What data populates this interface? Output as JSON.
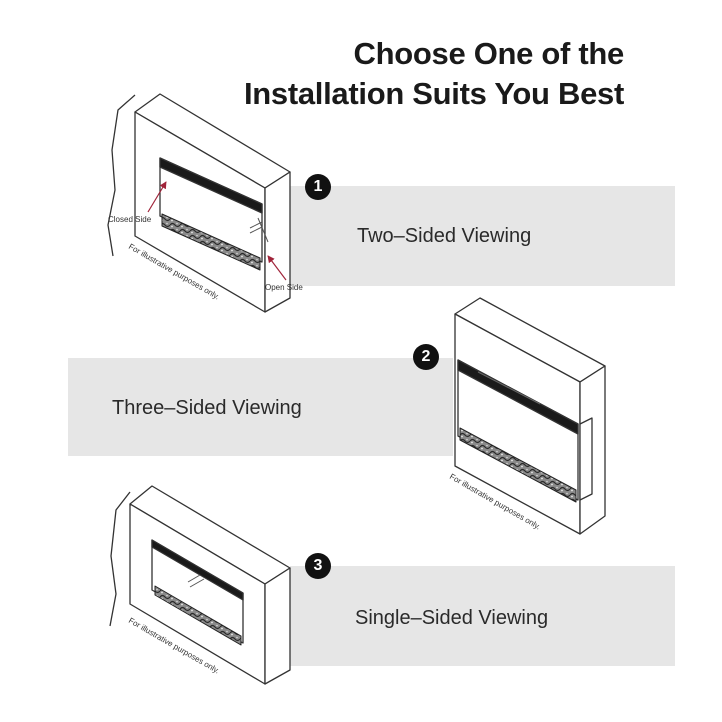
{
  "title": {
    "line1": "Choose One of the",
    "line2": "Installation Suits You Best"
  },
  "options": [
    {
      "number": "1",
      "label": "Two–Sided Viewing"
    },
    {
      "number": "2",
      "label": "Three–Sided Viewing"
    },
    {
      "number": "3",
      "label": "Single–Sided Viewing"
    }
  ],
  "annotations": {
    "closed_side": "Closed Side",
    "open_side": "Open Side",
    "disclaimer": "For illustrative purposes only."
  },
  "colors": {
    "band": "#e6e6e6",
    "badge": "#111111",
    "arrow": "#a0243a",
    "line": "#333333"
  }
}
